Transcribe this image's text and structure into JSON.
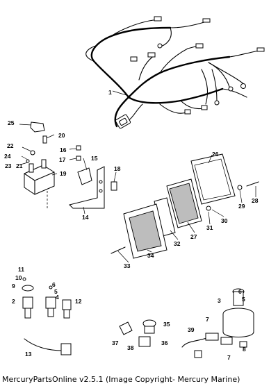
{
  "callouts": [
    {
      "id": "c1",
      "label": "1"
    },
    {
      "id": "c2",
      "label": "2"
    },
    {
      "id": "c3",
      "label": "3"
    },
    {
      "id": "c4",
      "label": "4"
    },
    {
      "id": "c5a",
      "label": "5"
    },
    {
      "id": "c5b",
      "label": "5"
    },
    {
      "id": "c6a",
      "label": "6"
    },
    {
      "id": "c6b",
      "label": "6"
    },
    {
      "id": "c7a",
      "label": "7"
    },
    {
      "id": "c7b",
      "label": "7"
    },
    {
      "id": "c8",
      "label": "8"
    },
    {
      "id": "c9",
      "label": "9"
    },
    {
      "id": "c10",
      "label": "10"
    },
    {
      "id": "c11",
      "label": "11"
    },
    {
      "id": "c12",
      "label": "12"
    },
    {
      "id": "c13",
      "label": "13"
    },
    {
      "id": "c14",
      "label": "14"
    },
    {
      "id": "c15",
      "label": "15"
    },
    {
      "id": "c16",
      "label": "16"
    },
    {
      "id": "c17",
      "label": "17"
    },
    {
      "id": "c18",
      "label": "18"
    },
    {
      "id": "c19",
      "label": "19"
    },
    {
      "id": "c20",
      "label": "20"
    },
    {
      "id": "c21",
      "label": "21"
    },
    {
      "id": "c22",
      "label": "22"
    },
    {
      "id": "c23",
      "label": "23"
    },
    {
      "id": "c24",
      "label": "24"
    },
    {
      "id": "c25",
      "label": "25"
    },
    {
      "id": "c26",
      "label": "26"
    },
    {
      "id": "c27",
      "label": "27"
    },
    {
      "id": "c28",
      "label": "28"
    },
    {
      "id": "c29",
      "label": "29"
    },
    {
      "id": "c30",
      "label": "30"
    },
    {
      "id": "c31",
      "label": "31"
    },
    {
      "id": "c32",
      "label": "32"
    },
    {
      "id": "c33",
      "label": "33"
    },
    {
      "id": "c34",
      "label": "34"
    },
    {
      "id": "c35",
      "label": "35"
    },
    {
      "id": "c36",
      "label": "36"
    },
    {
      "id": "c37",
      "label": "37"
    },
    {
      "id": "c38",
      "label": "38"
    },
    {
      "id": "c39",
      "label": "39"
    }
  ],
  "footer": {
    "text": "MercuryPartsOnline v2.5.1 (Image Copyright- Mercury Marine)"
  }
}
